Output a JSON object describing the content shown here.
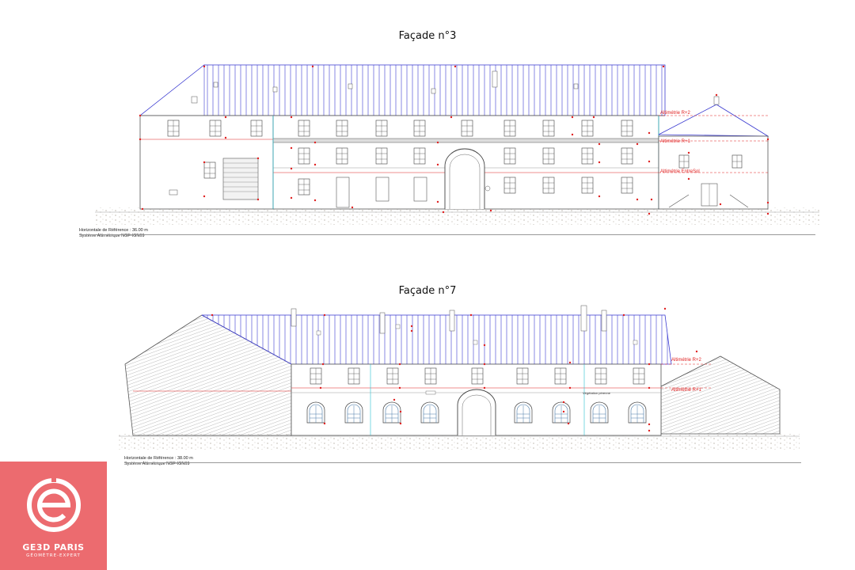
{
  "facade3": {
    "title": "Façade n°3",
    "ref_line1": "Horizontale de Référence : 36.00 m",
    "ref_line2": "Système Altimétrique  NGF-IGN69",
    "levels": [
      "Altimétrie R+2",
      "Altimétrie R+1",
      "Altimétrie EntreSol"
    ]
  },
  "facade7": {
    "title": "Façade n°7",
    "ref_line1": "Horizontale de Référence : 38.00 m",
    "ref_line2": "Système Altimétrique  NGF-IGN69",
    "levels": [
      "Altimétrie R+2",
      "Altimétrie R+1"
    ],
    "note": "Végétation pérenne"
  },
  "logo": {
    "name": "GE3D PARIS",
    "tagline": "GÉOMÈTRE-EXPERT",
    "color": "#ec6b6f"
  },
  "colors": {
    "roof": "#3a3ad0",
    "dimension": "#e02020",
    "guide": "#29c0d0",
    "line": "#555555"
  }
}
